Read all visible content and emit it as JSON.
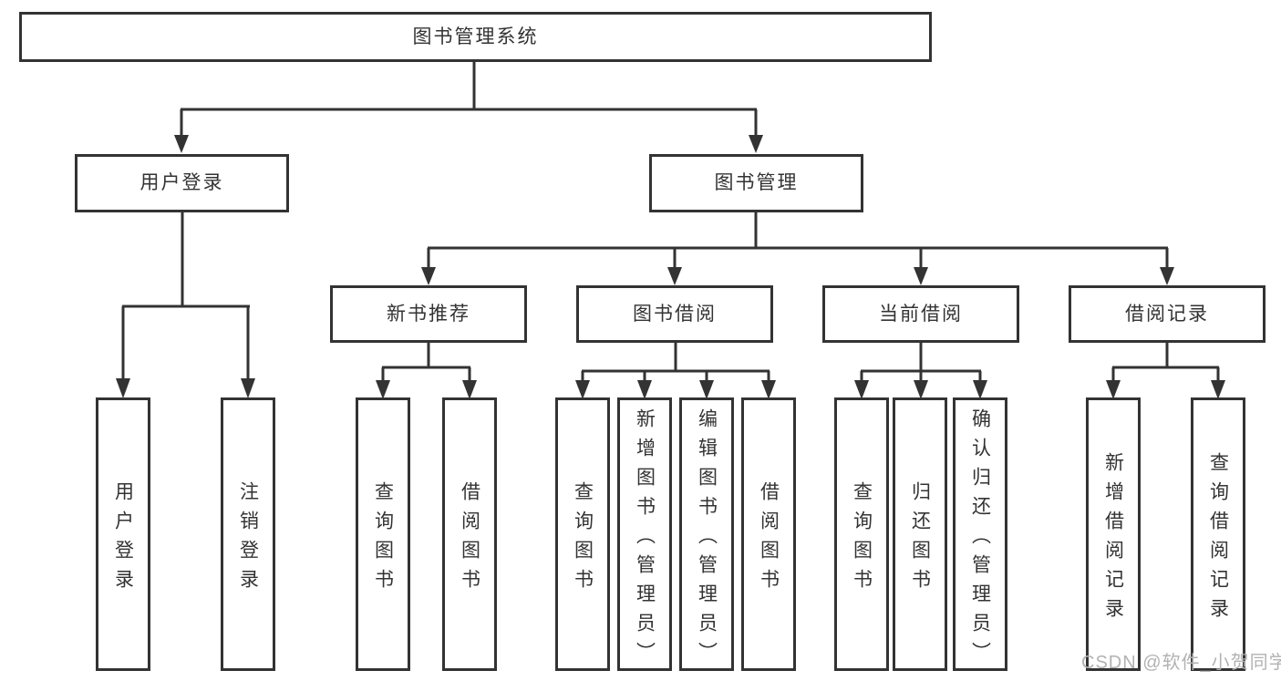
{
  "root": {
    "label": "图书管理系统"
  },
  "branches": {
    "user": {
      "label": "用户登录",
      "leaves": [
        {
          "label": "用户登录"
        },
        {
          "label": "注销登录"
        }
      ]
    },
    "book": {
      "label": "图书管理",
      "sections": [
        {
          "label": "新书推荐",
          "leaves": [
            {
              "label": "查询图书"
            },
            {
              "label": "借阅图书"
            }
          ]
        },
        {
          "label": "图书借阅",
          "leaves": [
            {
              "label": "查询图书"
            },
            {
              "label": "新增图书（管理员）"
            },
            {
              "label": "编辑图书（管理员）"
            },
            {
              "label": "借阅图书"
            }
          ]
        },
        {
          "label": "当前借阅",
          "leaves": [
            {
              "label": "查询图书"
            },
            {
              "label": "归还图书"
            },
            {
              "label": "确认归还（管理员）"
            }
          ]
        },
        {
          "label": "借阅记录",
          "leaves": [
            {
              "label": "新增借阅记录"
            },
            {
              "label": "查询借阅记录"
            }
          ]
        }
      ]
    }
  },
  "watermark": {
    "text": "CSDN @软件_小贺同学"
  },
  "colors": {
    "line": "#333333",
    "text": "#333333",
    "box_background": "#ffffff",
    "watermark": "#b2b2b2",
    "page_background": "#ffffff"
  }
}
